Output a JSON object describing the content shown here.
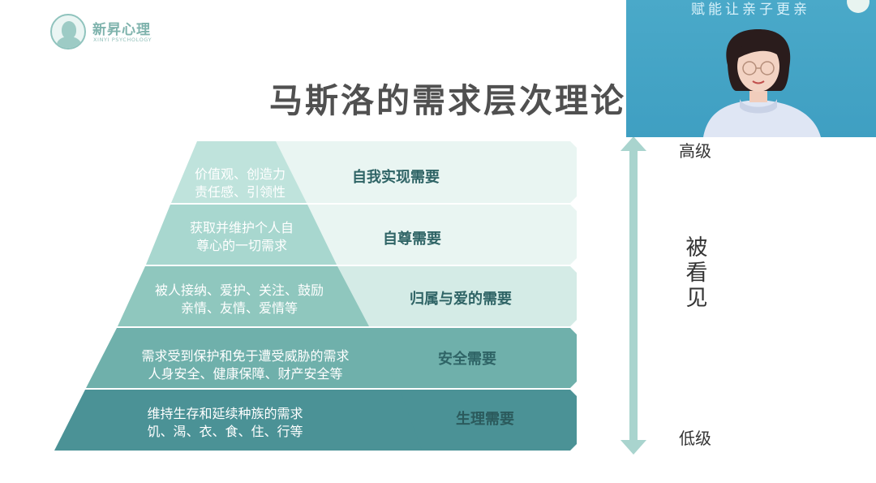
{
  "logo": {
    "name_cn": "新昇心理",
    "name_en": "XINYI PSYCHOLOGY"
  },
  "title": "马斯洛的需求层次理论",
  "pyramid": {
    "levels": [
      {
        "name": "自我实现需要",
        "desc_line1": "价值观、创造力",
        "desc_line2": "责任感、引领性"
      },
      {
        "name": "自尊需要",
        "desc_line1": "获取并维护个人自",
        "desc_line2": "尊心的一切需求"
      },
      {
        "name": "归属与爱的需要",
        "desc_line1": "被人接纳、爱护、关注、鼓励",
        "desc_line2": "亲情、友情、爱情等"
      },
      {
        "name": "安全需要",
        "desc_line1": "需求受到保护和免于遭受威胁的需求",
        "desc_line2": "人身安全、健康保障、财产安全等"
      },
      {
        "name": "生理需要",
        "desc_line1": "维持生存和延续种族的需求",
        "desc_line2": "饥、渴、衣、食、住、行等"
      }
    ]
  },
  "scale": {
    "high": "高级",
    "low": "低级",
    "center_chars": [
      "被",
      "看",
      "见"
    ]
  },
  "video": {
    "slogan": "赋能让亲子更亲"
  },
  "colors": {
    "level_1": "#bfe3dc",
    "level_2": "#a8d7cf",
    "level_3": "#8fc7be",
    "level_4": "#6fb0ab",
    "level_5": "#4b9296",
    "band_light": "#e9f5f2",
    "band_3": "#d4ebe6",
    "band_4": "#6fb0ab",
    "band_5": "#4b9296",
    "arrow": "#a9d4ce",
    "level_text": "#2f6466"
  }
}
